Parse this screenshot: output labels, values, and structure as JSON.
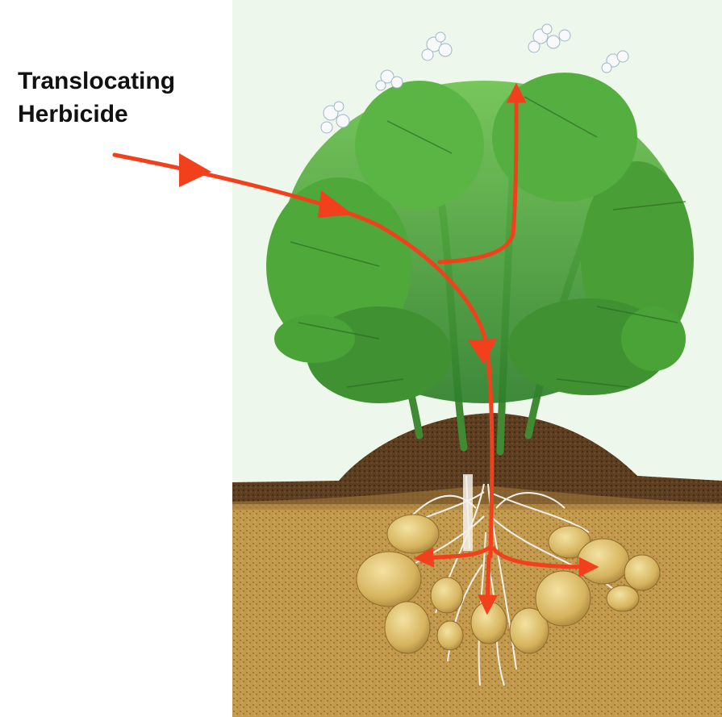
{
  "label": {
    "line1": "Translocating",
    "line2": "Herbicide"
  },
  "colors": {
    "arrow": "#f2401c",
    "sky": "#eef7ec",
    "soil": "#c29a4e",
    "mound": "#5e3f22",
    "foliage": "#4ea83a",
    "tuber": "#e0c06c",
    "root": "#f4f1ea"
  },
  "icons": [
    "potato-plant-illustration",
    "arrow-icon"
  ]
}
